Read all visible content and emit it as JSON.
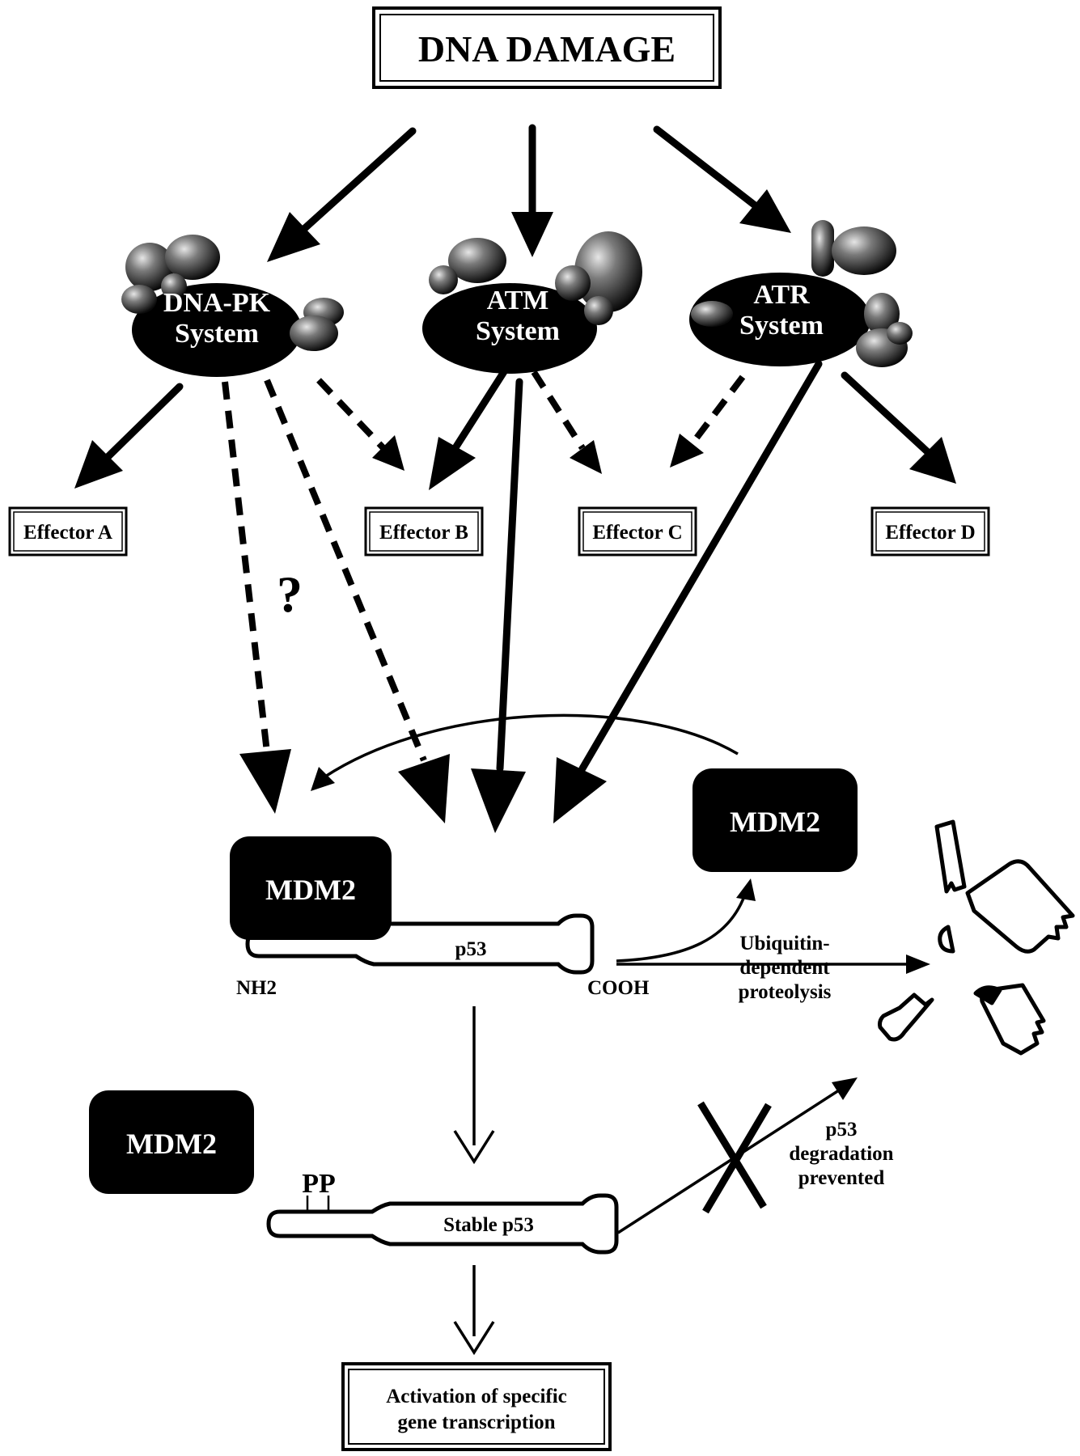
{
  "title": "DNA DAMAGE",
  "systems": {
    "dna_pk": {
      "line1": "DNA-PK",
      "line2": "System"
    },
    "atm": {
      "line1": "ATM",
      "line2": "System"
    },
    "atr": {
      "line1": "ATR",
      "line2": "System"
    }
  },
  "effectors": {
    "a": "Effector A",
    "b": "Effector B",
    "c": "Effector C",
    "d": "Effector D"
  },
  "question_mark": "?",
  "mdm2_label": "MDM2",
  "p53": {
    "label": "p53",
    "nh2": "NH2",
    "cooh": "COOH",
    "stable_label": "Stable p53",
    "phospho": "PP"
  },
  "proteolysis": {
    "line1": "Ubiquitin-",
    "line2": "dependent",
    "line3": "proteolysis"
  },
  "degradation": {
    "line1": "p53",
    "line2": "degradation",
    "line3": "prevented"
  },
  "activation": {
    "line1": "Activation of specific",
    "line2": "gene transcription"
  }
}
